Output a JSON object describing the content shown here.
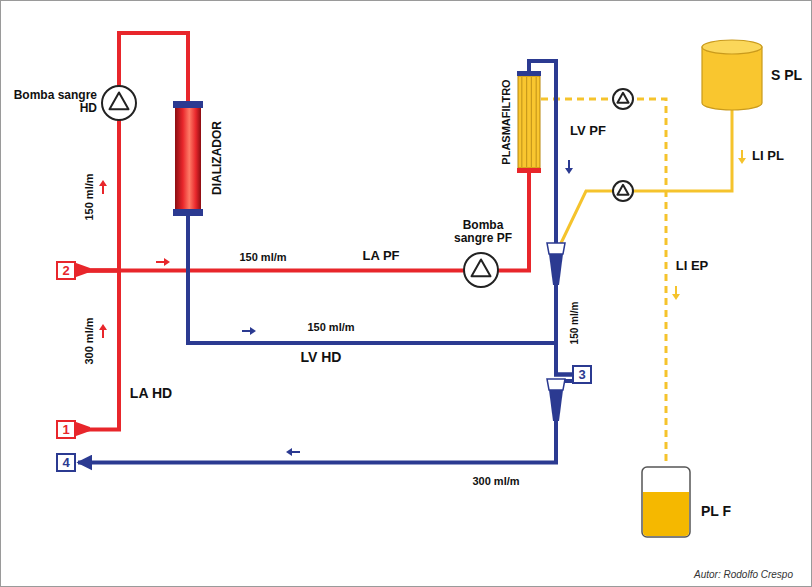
{
  "diagram": {
    "nodes": [
      {
        "text": [
          "S PL"
        ]
      },
      {
        "text": [
          "PLASMAFILTRO"
        ]
      },
      {
        "text": [
          "DIALIZADOR"
        ]
      },
      {
        "text": [
          "2"
        ]
      },
      {
        "text": [
          "3"
        ]
      },
      {
        "text": [
          "1"
        ]
      },
      {
        "text": [
          "4"
        ]
      },
      {
        "text": [
          "PL F"
        ]
      }
    ],
    "edges": [
      {
        "from": 5,
        "to": 3,
        "arrow": "none"
      },
      {
        "from": 3,
        "to": 2,
        "arrow": "none"
      },
      {
        "from": 3,
        "to": 1,
        "arrow": "none"
      },
      {
        "from": 2,
        "to": 4,
        "arrow": "none"
      },
      {
        "from": 1,
        "to": 4,
        "arrow": "none"
      },
      {
        "from": 4,
        "to": 6,
        "arrow": "to"
      },
      {
        "from": 0,
        "to": 4,
        "arrow": "none"
      },
      {
        "from": 1,
        "to": 7,
        "arrow": "none"
      }
    ],
    "labels": [
      "Bomba sangre HD",
      "150 ml/m",
      "300 ml/m",
      "LA HD",
      "150 ml/m",
      "LA PF",
      "Bomba sangre PF",
      "150 ml/m",
      "LV HD",
      "LV PF",
      "LI PL",
      "LI EP",
      "150 ml/m",
      "300 ml/m",
      "Autor: Rodolfo Crespo"
    ]
  }
}
